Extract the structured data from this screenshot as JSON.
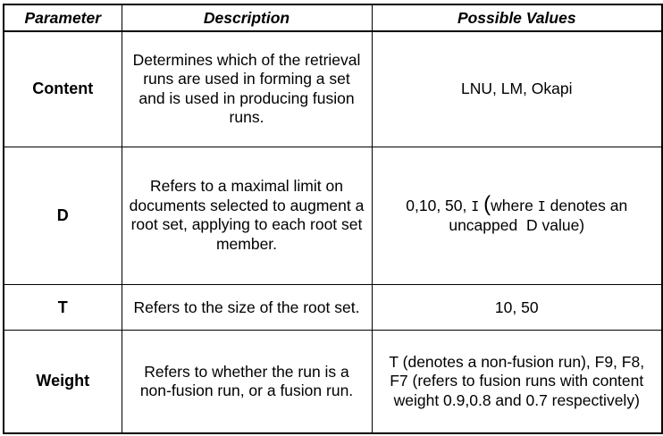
{
  "headers": {
    "parameter": "Parameter",
    "description": "Description",
    "possible_values": "Possible Values"
  },
  "rows": [
    {
      "name": "Content",
      "description": "Determines which of the retrieval runs are used in forming a set and is used in producing fusion runs.",
      "values": "LNU, LM, Okapi"
    },
    {
      "name": "D",
      "description": "Refers to a maximal limit on documents selected to augment a root set, applying to each root set member.",
      "values_prefix": "0,10, 50,",
      "values_symbol": "I",
      "values_paren": "(",
      "values_mid": "where",
      "values_symbol2": "I",
      "values_suffix_1": "denotes an",
      "values_suffix_2": "uncapped",
      "values_suffix_3": "D value)"
    },
    {
      "name": "T",
      "description": "Refers to the size of the root set.",
      "values": "10, 50"
    },
    {
      "name": "Weight",
      "description": "Refers to whether the run is a non-fusion run, or a fusion run.",
      "values": "T (denotes a non-fusion run), F9, F8, F7 (refers to fusion runs with content weight 0.9,0.8 and 0.7 respectively)"
    }
  ]
}
